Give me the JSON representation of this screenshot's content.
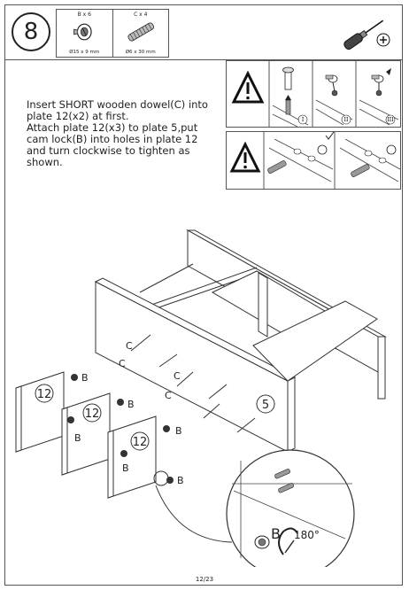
{
  "step": {
    "number": "8"
  },
  "parts": [
    {
      "qty": "B x 6",
      "dimension": "Ø15 x 9 mm",
      "icon": "cam-lock-icon"
    },
    {
      "qty": "C x 4",
      "dimension": "Ø6 x 30 mm",
      "icon": "wooden-dowel-icon"
    }
  ],
  "tool": {
    "icon": "screwdriver-icon"
  },
  "instruction": "Insert SHORT wooden dowel(C) into\nplate 12(x2) at first.\nAttach plate 12(x3) to plate 5,put\ncam lock(B) into holes in plate 12\nand turn clockwise to tighten as\nshown.",
  "steps_roman": [
    "I",
    "II",
    "III"
  ],
  "labels": {
    "dowel": "C",
    "cam": "B",
    "plate_side": "12",
    "plate_main": "5",
    "rotation": "180°"
  },
  "page": "12/23"
}
